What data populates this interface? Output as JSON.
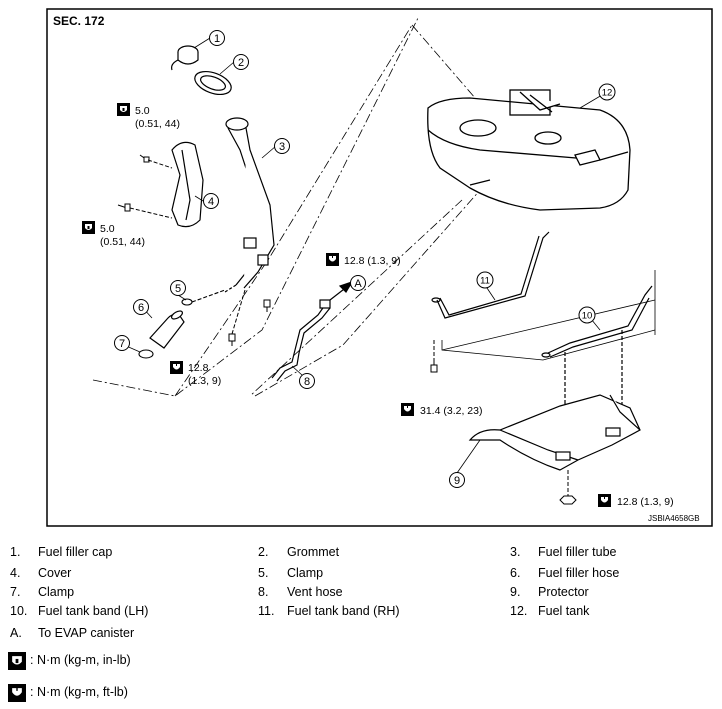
{
  "section": "SEC. 172",
  "image_code": "JSBIA4658GB",
  "callouts": [
    "1",
    "2",
    "3",
    "4",
    "5",
    "6",
    "7",
    "8",
    "9",
    "10",
    "11",
    "12"
  ],
  "callout_a": "A",
  "torque_labels": {
    "cover_upper": [
      "5.0",
      "(0.51, 44)"
    ],
    "cover_lower": [
      "5.0",
      "(0.51, 44)"
    ],
    "filler_tube_bracket": "12.8 (1.3, 9)",
    "filler_tube_lower": [
      "12.8",
      "(1.3, 9)"
    ],
    "band_bolt_lh": "31.4 (3.2, 23)",
    "protector_nut": "12.8 (1.3, 9)"
  },
  "legend": [
    {
      "num": "1.",
      "text": "Fuel filler cap"
    },
    {
      "num": "2.",
      "text": "Grommet"
    },
    {
      "num": "3.",
      "text": "Fuel filler tube"
    },
    {
      "num": "4.",
      "text": "Cover"
    },
    {
      "num": "5.",
      "text": "Clamp"
    },
    {
      "num": "6.",
      "text": "Fuel filler hose"
    },
    {
      "num": "7.",
      "text": "Clamp"
    },
    {
      "num": "8.",
      "text": "Vent hose"
    },
    {
      "num": "9.",
      "text": "Protector"
    },
    {
      "num": "10.",
      "text": "Fuel tank band (LH)"
    },
    {
      "num": "11.",
      "text": "Fuel tank band (RH)"
    },
    {
      "num": "12.",
      "text": "Fuel tank"
    },
    {
      "num": "A.",
      "text": "To EVAP canister"
    }
  ],
  "units": [
    {
      "icon": "torque-wrench-in-lb-icon",
      "text": ": N·m (kg-m, in-lb)"
    },
    {
      "icon": "torque-wrench-ft-lb-icon",
      "text": ": N·m (kg-m, ft-lb)"
    }
  ]
}
